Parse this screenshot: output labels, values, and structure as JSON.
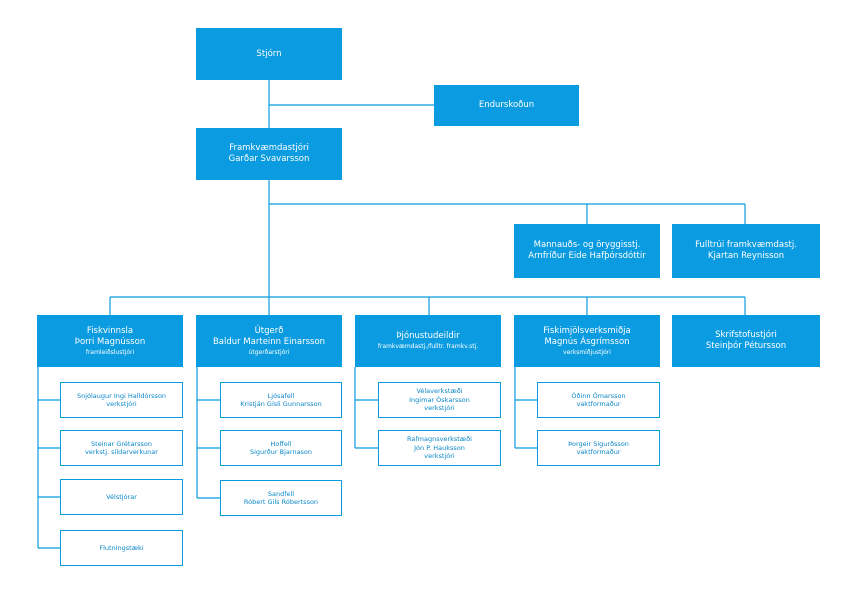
{
  "colors": {
    "accent": "#0a9be0",
    "text_on_accent": "#ffffff",
    "outline_text": "#0a86c8"
  },
  "top": {
    "board": "Stjórn",
    "audit": "Endurskoðun",
    "ceo_title": "Framkvæmdastjóri",
    "ceo_name": "Garðar Svavarsson"
  },
  "staff": [
    {
      "line1": "Mannauðs- og öryggisstj.",
      "line2": "Arnfríður Eide Hafþórsdóttir"
    },
    {
      "line1": "Fulltrúi framkvæmdastj.",
      "line2": "Kjartan Reynisson"
    }
  ],
  "departments": [
    {
      "title": "Fiskvinnsla",
      "name": "Þorri Magnússon",
      "role": "framleiðslustjóri"
    },
    {
      "title": "Útgerð",
      "name": "Baldur Marteinn Einarsson",
      "role": "útgerðarstjóri"
    },
    {
      "title": "Þjónustudeildir",
      "name": "",
      "role": "framkvæmdastj./fulltr. framkv.stj."
    },
    {
      "title": "Fiskimjölsverksmiðja",
      "name": "Magnús Ásgrímsson",
      "role": "verksmiðjustjóri"
    },
    {
      "title": "Skrifstofustjóri",
      "name": "Steinþór Pétursson",
      "role": ""
    }
  ],
  "units": {
    "fiskvinnsla": [
      {
        "line1": "Snjólaugur Ingi Halldórsson",
        "line2": "verkstjóri"
      },
      {
        "line1": "Steinar Grétarsson",
        "line2": "verkstj. síldarverkunar"
      },
      {
        "line1": "Vélstjórar",
        "line2": ""
      },
      {
        "line1": "Flutningstæki",
        "line2": ""
      }
    ],
    "utgerd": [
      {
        "line1": "Ljósafell",
        "line2": "Kristján Gísli Gunnarsson"
      },
      {
        "line1": "Hoffell",
        "line2": "Sigurður Bjarnason"
      },
      {
        "line1": "Sandfell",
        "line2": "Róbert Gils Róbertsson"
      }
    ],
    "thjonusta": [
      {
        "line1": "Vélaverkstæði",
        "line2": "Ingimar Óskarsson",
        "line3": "verkstjóri"
      },
      {
        "line1": "Rafmagnsverkstæði",
        "line2": "Jón P. Hauksson",
        "line3": "verkstjóri"
      }
    ],
    "fiskimjol": [
      {
        "line1": "Óðinn Ómarsson",
        "line2": "vaktformaður"
      },
      {
        "line1": "Þorgeir Sigurðsson",
        "line2": "vaktformaður"
      }
    ]
  }
}
